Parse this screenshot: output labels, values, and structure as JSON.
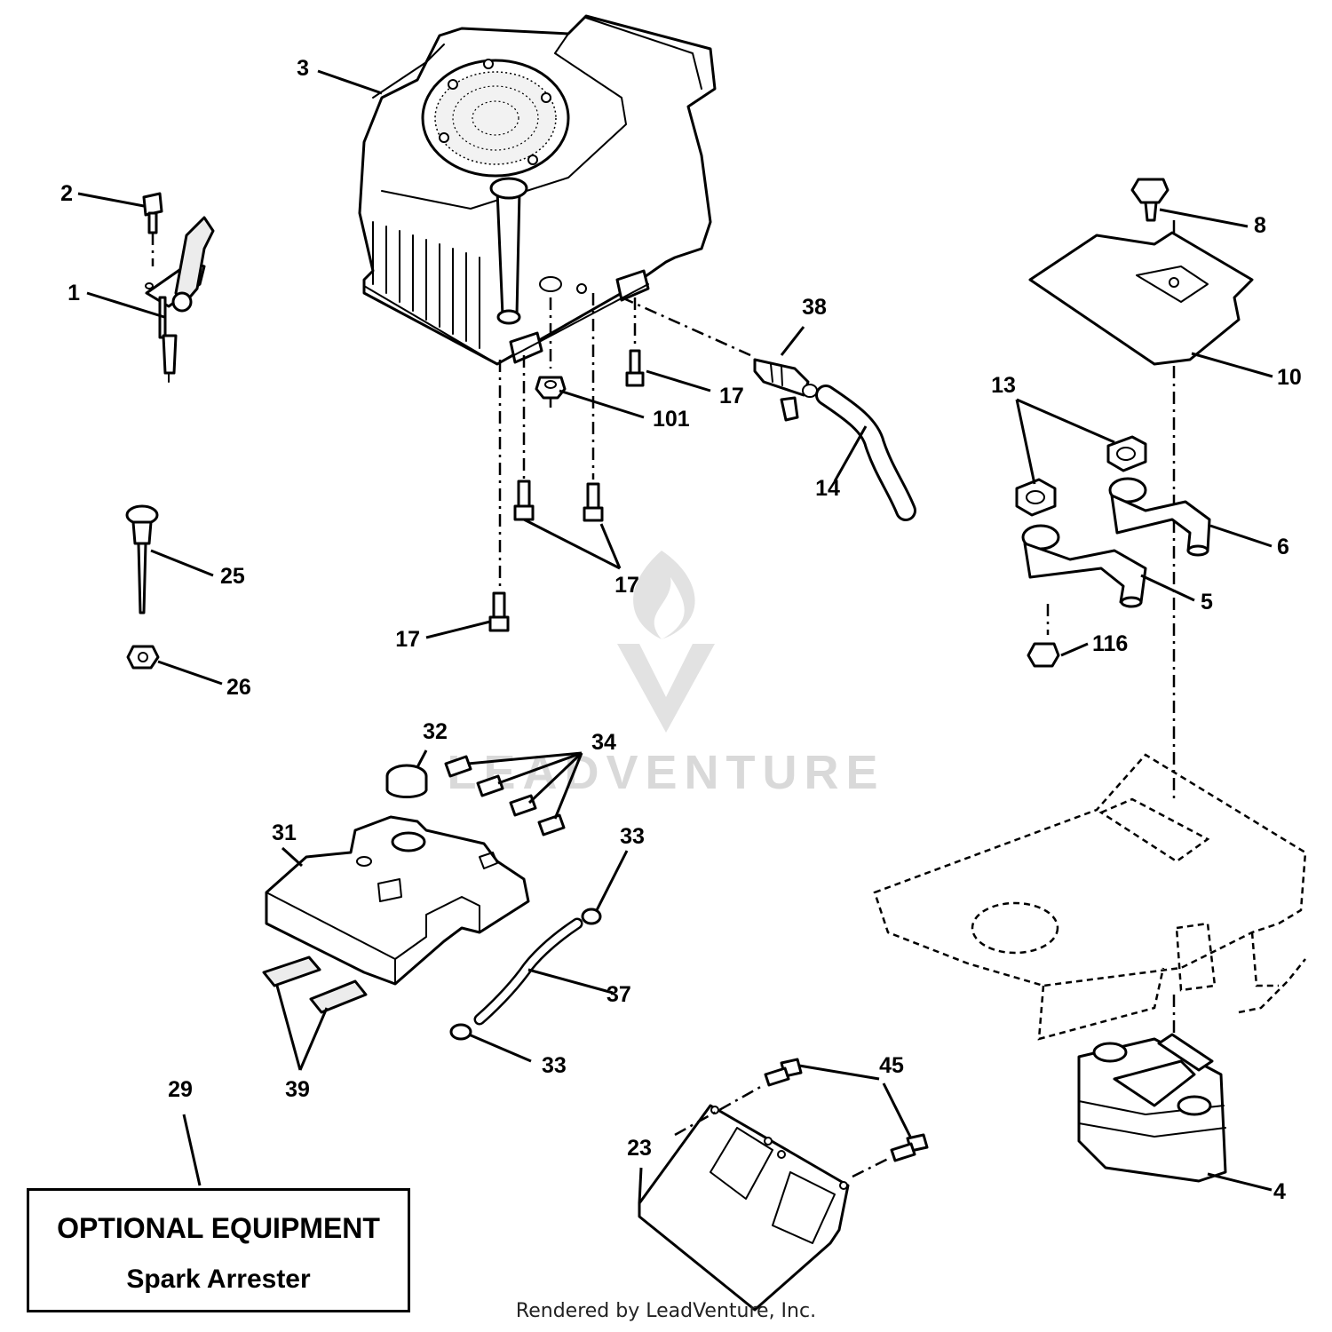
{
  "diagram": {
    "callouts": [
      {
        "id": "c1",
        "label": "1"
      },
      {
        "id": "c2",
        "label": "2"
      },
      {
        "id": "c3",
        "label": "3"
      },
      {
        "id": "c4",
        "label": "4"
      },
      {
        "id": "c5",
        "label": "5"
      },
      {
        "id": "c6",
        "label": "6"
      },
      {
        "id": "c8",
        "label": "8"
      },
      {
        "id": "c10",
        "label": "10"
      },
      {
        "id": "c13",
        "label": "13"
      },
      {
        "id": "c14",
        "label": "14"
      },
      {
        "id": "c17a",
        "label": "17"
      },
      {
        "id": "c17b",
        "label": "17"
      },
      {
        "id": "c17c",
        "label": "17"
      },
      {
        "id": "c23",
        "label": "23"
      },
      {
        "id": "c25",
        "label": "25"
      },
      {
        "id": "c26",
        "label": "26"
      },
      {
        "id": "c29",
        "label": "29"
      },
      {
        "id": "c31",
        "label": "31"
      },
      {
        "id": "c32",
        "label": "32"
      },
      {
        "id": "c33a",
        "label": "33"
      },
      {
        "id": "c33b",
        "label": "33"
      },
      {
        "id": "c34",
        "label": "34"
      },
      {
        "id": "c37",
        "label": "37"
      },
      {
        "id": "c38",
        "label": "38"
      },
      {
        "id": "c39",
        "label": "39"
      },
      {
        "id": "c45",
        "label": "45"
      },
      {
        "id": "c101",
        "label": "101"
      },
      {
        "id": "c116",
        "label": "116"
      }
    ]
  },
  "optional_box": {
    "title": "OPTIONAL EQUIPMENT",
    "subtitle": "Spark Arrester"
  },
  "watermark": "LEADVENTURE",
  "footer": {
    "credit": "Rendered by LeadVenture, Inc."
  }
}
